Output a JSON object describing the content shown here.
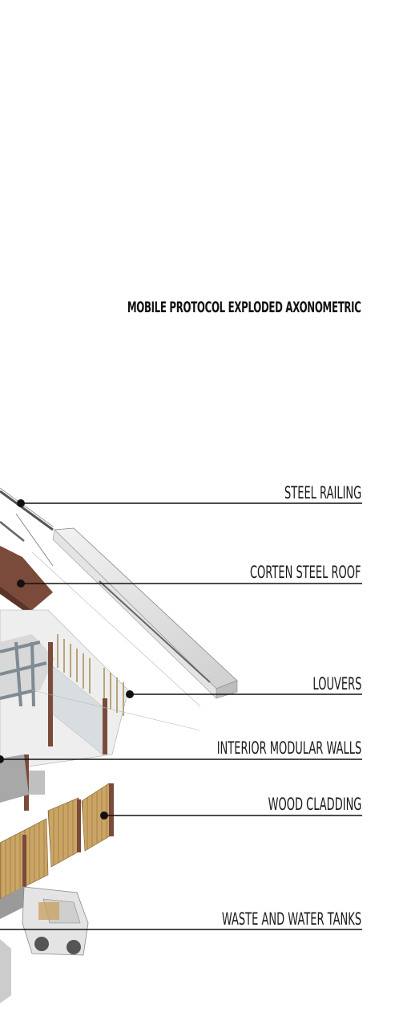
{
  "title": "MOBILE PROTOCOL EXPLODED AXONOMETRIC",
  "callouts": [
    {
      "id": "steel-railing",
      "label": "STEEL RAILING"
    },
    {
      "id": "corten-steel-roof",
      "label": "CORTEN STEEL ROOF"
    },
    {
      "id": "louvers",
      "label": "LOUVERS"
    },
    {
      "id": "interior-modular-walls",
      "label": "INTERIOR MODULAR WALLS"
    },
    {
      "id": "wood-cladding",
      "label": "WOOD CLADDING"
    },
    {
      "id": "waste-and-water-tanks",
      "label": "WASTE AND WATER TANKS"
    }
  ],
  "colors": {
    "corten": "#7a4a3a",
    "wood": "#c9a465",
    "concrete": "#dcdcdc",
    "line": "#111111"
  }
}
